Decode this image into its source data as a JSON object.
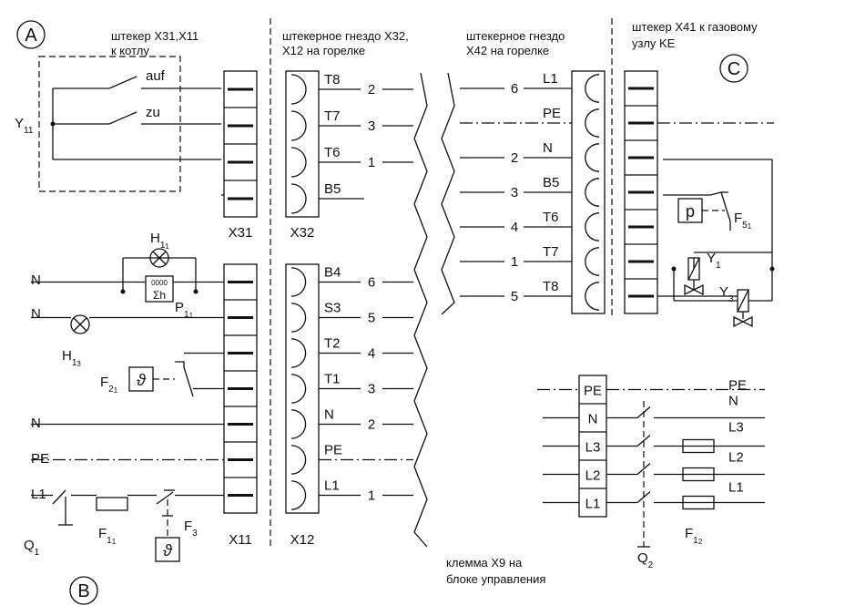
{
  "headers": {
    "plug_x31_x11": [
      "штекер X31,X11",
      "к котлу"
    ],
    "socket_x32_x12": [
      "штекерное гнездо X32,",
      "X12 на горелке"
    ],
    "socket_x42": [
      "штекерное гнездо",
      "X42 на горелке"
    ],
    "plug_x41": [
      "штекер X41 к газовому",
      "узлу KE"
    ],
    "terminal_x9": [
      "клемма X9 на",
      "блоке управления"
    ]
  },
  "section_markers": {
    "a": "A",
    "b": "B",
    "c": "C"
  },
  "connectors": {
    "x31": "X31",
    "x32": "X32",
    "x11": "X11",
    "x12": "X12"
  },
  "x32_pins": [
    {
      "label": "T8",
      "wire": "2"
    },
    {
      "label": "T7",
      "wire": "3"
    },
    {
      "label": "T6",
      "wire": "1"
    },
    {
      "label": "B5",
      "wire": ""
    }
  ],
  "x12_pins": [
    {
      "label": "B4",
      "wire": "6"
    },
    {
      "label": "S3",
      "wire": "5"
    },
    {
      "label": "T2",
      "wire": "4"
    },
    {
      "label": "T1",
      "wire": "3"
    },
    {
      "label": "N",
      "wire": "2"
    },
    {
      "label": "PE",
      "wire": ""
    },
    {
      "label": "L1",
      "wire": "1"
    }
  ],
  "x42_pins": [
    {
      "label": "L1",
      "wire": "6"
    },
    {
      "label": "PE",
      "wire": ""
    },
    {
      "label": "N",
      "wire": "2"
    },
    {
      "label": "B5",
      "wire": "3"
    },
    {
      "label": "T6",
      "wire": "4"
    },
    {
      "label": "T7",
      "wire": "1"
    },
    {
      "label": "T8",
      "wire": "5"
    }
  ],
  "x9_terminals": [
    "PE",
    "N",
    "L3",
    "L2",
    "L1"
  ],
  "x9_lines": [
    "PE",
    "N",
    "L3",
    "L2",
    "L1"
  ],
  "switch_labels": {
    "auf": "auf",
    "zu": "zu"
  },
  "component_labels": {
    "y11": [
      "Y",
      "11"
    ],
    "h11": [
      "H",
      "1",
      "1"
    ],
    "p11": [
      "P",
      "1",
      "1"
    ],
    "h13": [
      "H",
      "1",
      "3"
    ],
    "f21": [
      "F",
      "2",
      "1"
    ],
    "q1": [
      "Q",
      "1"
    ],
    "f11": [
      "F",
      "1",
      "1"
    ],
    "f3": [
      "F",
      "3"
    ],
    "f51": [
      "F",
      "5",
      "1"
    ],
    "y1": [
      "Y",
      "1"
    ],
    "y3": [
      "Y",
      "3"
    ],
    "f12": [
      "F",
      "1",
      "2"
    ],
    "q2": [
      "Q",
      "2"
    ]
  },
  "left_lines": [
    "N",
    "N",
    "N",
    "PE",
    "L1"
  ],
  "symbols": {
    "theta": "ϑ",
    "p": "p",
    "sigma_h": "Σh",
    "counter": "0000"
  }
}
